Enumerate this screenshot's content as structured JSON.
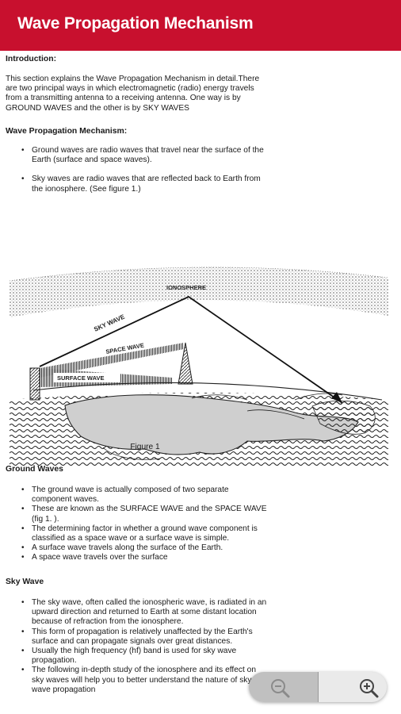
{
  "header": {
    "title": "Wave Propagation Mechanism"
  },
  "intro": {
    "heading": "Introduction:",
    "lines": [
      "This section explains the Wave Propagation Mechanism in detail.There",
      "are two principal ways in which electromagnetic (radio) energy travels",
      "from a transmitting antenna to a receiving antenna. One way is by",
      "GROUND WAVES and the other is by SKY WAVES"
    ]
  },
  "mechanism": {
    "heading": "Wave Propagation Mechanism:",
    "bullets": [
      [
        "Ground waves are radio waves that travel near the surface of the",
        "Earth (surface and space waves)."
      ],
      [
        "Sky waves are radio waves that are reflected back to Earth from",
        "the ionosphere. (See figure 1.)"
      ]
    ]
  },
  "figure": {
    "labels": {
      "ionosphere": "IONOSPHERE",
      "sky_wave": "SKY WAVE",
      "space_wave": "SPACE WAVE",
      "surface_wave": "SURFACE WAVE"
    },
    "caption": "Figure 1"
  },
  "ground_waves": {
    "heading": "Ground Waves",
    "bullets": [
      [
        "The ground wave is actually composed of two separate",
        "component waves."
      ],
      [
        "These are known as the SURFACE WAVE and the SPACE WAVE",
        "(fig 1. )."
      ],
      [
        "The determining factor in whether a ground wave component is",
        "classified as a space wave or a surface wave is simple."
      ],
      [
        "A surface wave travels along the surface of the Earth."
      ],
      [
        "A space wave travels over the surface"
      ]
    ]
  },
  "sky_wave": {
    "heading": "Sky Wave",
    "bullets": [
      [
        "The sky wave, often called the ionospheric wave, is radiated in an",
        "upward direction and returned to Earth at some distant location",
        "because of refraction from the ionosphere."
      ],
      [
        "This form of propagation is relatively unaffected by the Earth's",
        "surface and can propagate signals over great distances."
      ],
      [
        "Usually the high frequency (hf) band is used for sky wave",
        "propagation."
      ],
      [
        "The following in-depth study of the ionosphere and its effect on",
        "sky waves will help you to better understand the nature of sky",
        "wave propagation"
      ]
    ]
  },
  "zoom": {
    "zoom_out_icon": "zoom-out-icon",
    "zoom_in_icon": "zoom-in-icon"
  }
}
